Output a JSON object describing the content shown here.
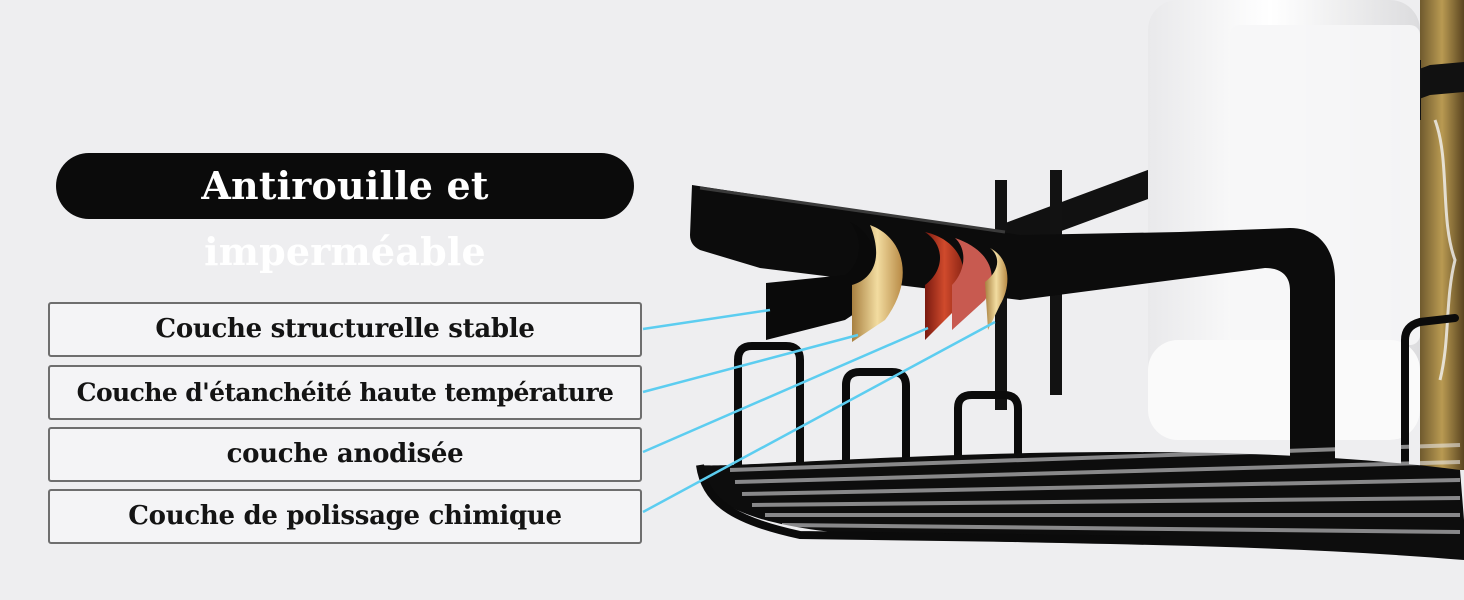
{
  "title": "Antirouille et imperméable",
  "layers": [
    "Couche structurelle stable",
    "Couche d'étanchéité haute température",
    "couche anodisée",
    "Couche de polissage chimique"
  ],
  "colors": {
    "background": "#eeeef0",
    "pill": "#0b0b0b",
    "leader_lines": "#5ccdf0",
    "rack": "#0d0d0d",
    "layer_gold": "#d8b56a",
    "layer_red": "#b8321e",
    "layer_pink": "#c85a50",
    "layer_light_gold": "#e6cf8f"
  },
  "icons": [
    "shower-caddy-illustration",
    "bottle-illustration",
    "layer-cross-section"
  ]
}
